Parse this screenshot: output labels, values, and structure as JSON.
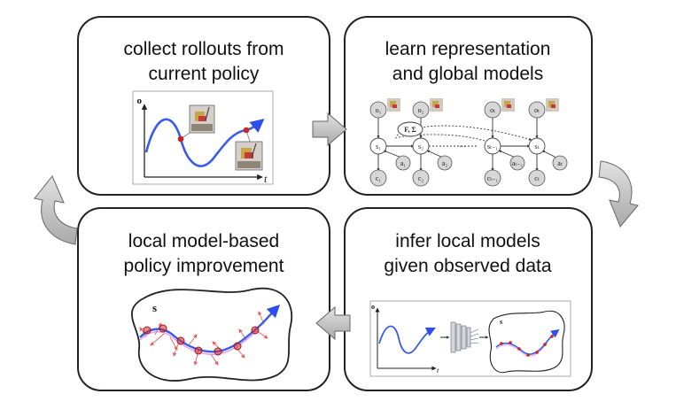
{
  "panels": {
    "collect": {
      "title_line1": "collect rollouts from",
      "title_line2": "current policy",
      "axis_y": "o",
      "axis_x": "t"
    },
    "learn": {
      "title_line1": "learn representation",
      "title_line2": "and global models",
      "node_F": "F, Σ",
      "obs_labels": [
        "o₁",
        "o₂",
        "oₜ",
        "oₜ"
      ],
      "state_labels": [
        "s₁",
        "s₂",
        "sₜ₋₁",
        "sₜ"
      ],
      "action_labels": [
        "a₁",
        "a₂",
        "aₜ₋₁",
        "aₜ"
      ],
      "cost_labels": [
        "c₁",
        "c₂",
        "cₜ₋₁",
        "cₜ"
      ]
    },
    "infer": {
      "title_line1": "infer local models",
      "title_line2": "given observed data",
      "axis_y": "o",
      "axis_x": "t",
      "state_label": "s"
    },
    "improve": {
      "title_line1": "local model-based",
      "title_line2": "policy improvement",
      "state_label": "s"
    }
  },
  "colors": {
    "trajectory": "#3a5bf0",
    "marker": "#cc2222",
    "node_fill": "#d7d7d7",
    "arrow_fill": "#c4c4c4"
  },
  "icons": [
    "robot-thumbnail",
    "encoder-network-icon",
    "cycle-arrow"
  ]
}
